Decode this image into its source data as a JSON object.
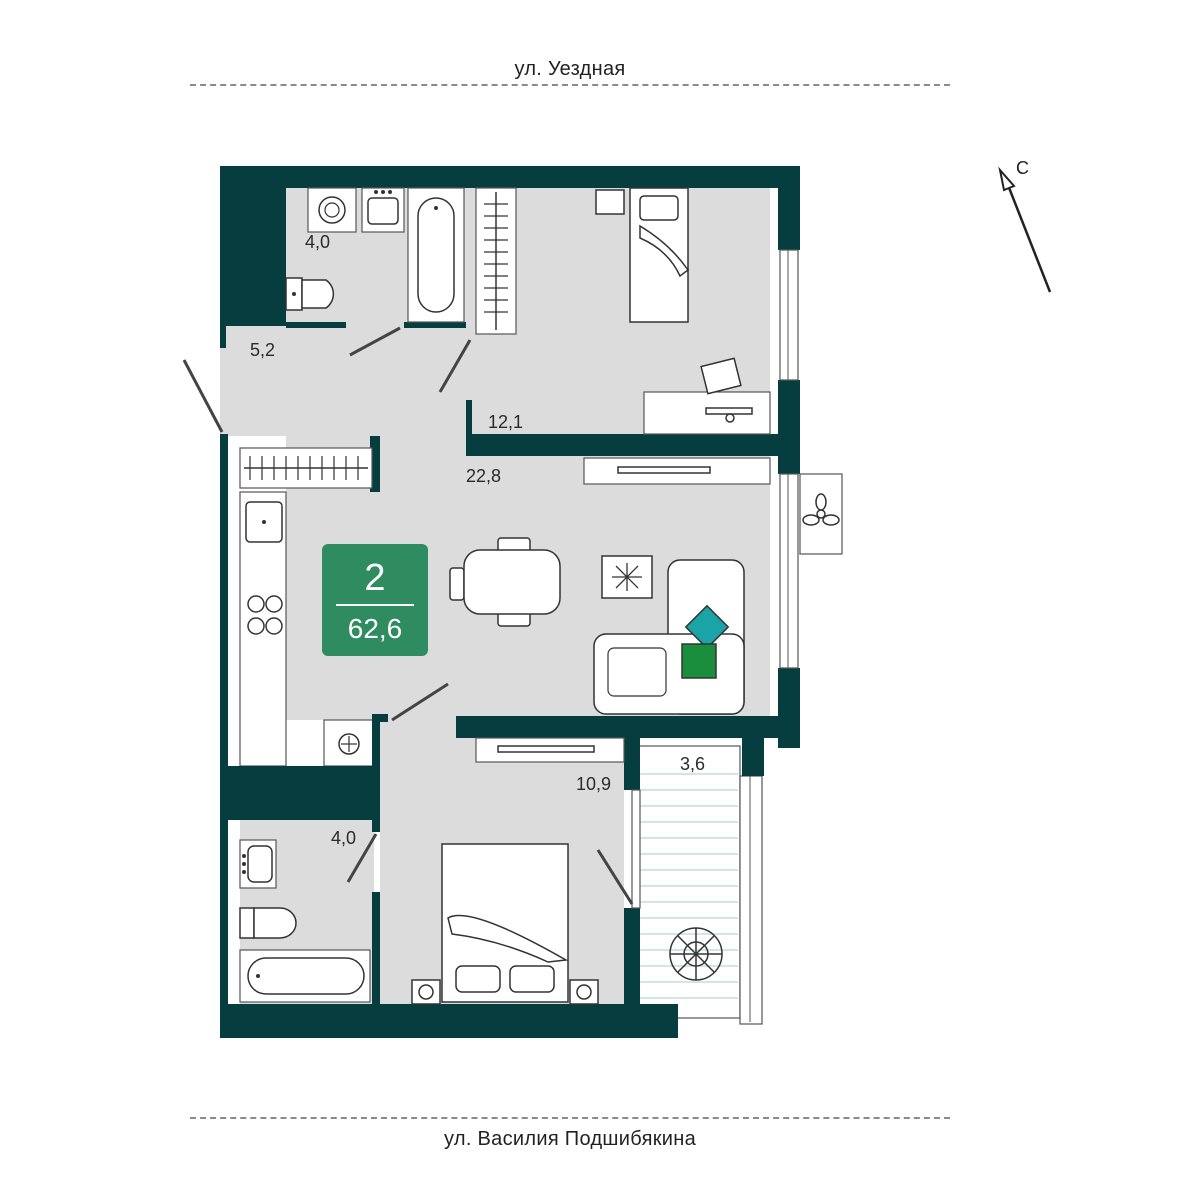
{
  "streets": {
    "top": "ул. Уездная",
    "bottom": "ул. Василия Подшибякина"
  },
  "compass": {
    "label": "С"
  },
  "badge": {
    "rooms": "2",
    "total_area": "62,6"
  },
  "rooms": {
    "bathroom_top": "4,0",
    "hallway": "5,2",
    "bedroom_small": "12,1",
    "kitchen_living": "22,8",
    "bedroom_large": "10,9",
    "balcony": "3,6",
    "bathroom_bottom": "4,0"
  },
  "colors": {
    "wall": "#063d3e",
    "floor": "#dcdcdc",
    "badge": "#2f8c61",
    "pillow_teal": "#1aa4a8",
    "pillow_green": "#1b8e3d"
  }
}
